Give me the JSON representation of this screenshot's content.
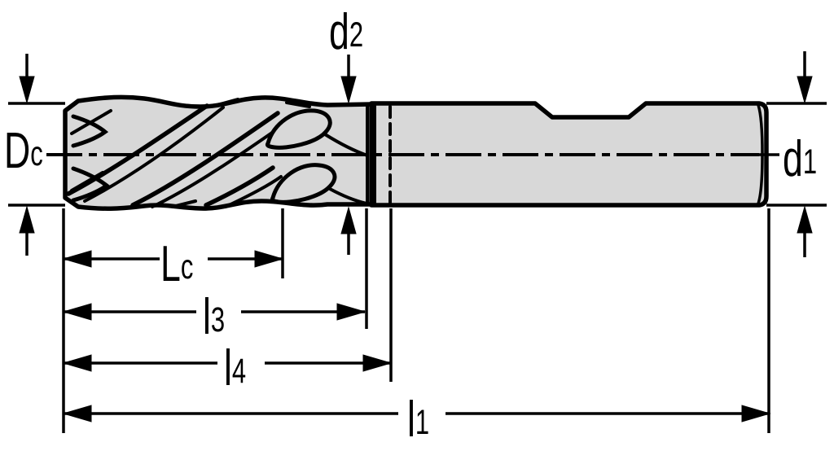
{
  "figure": {
    "kind": "technical-drawing-end-mill-side-view",
    "background_color": "#ffffff",
    "line_color": "#000000",
    "body_fill_color": "#d8d8d8"
  },
  "labels": {
    "Dc": {
      "main": "D",
      "sub": "c"
    },
    "d2": {
      "main": "d",
      "sub": "2"
    },
    "d1": {
      "main": "d",
      "sub": "1"
    },
    "Lc": {
      "main": "L",
      "sub": "c"
    },
    "l3": {
      "main": "l",
      "sub": "3"
    },
    "l4": {
      "main": "l",
      "sub": "4"
    },
    "l1": {
      "main": "l",
      "sub": "1"
    }
  }
}
